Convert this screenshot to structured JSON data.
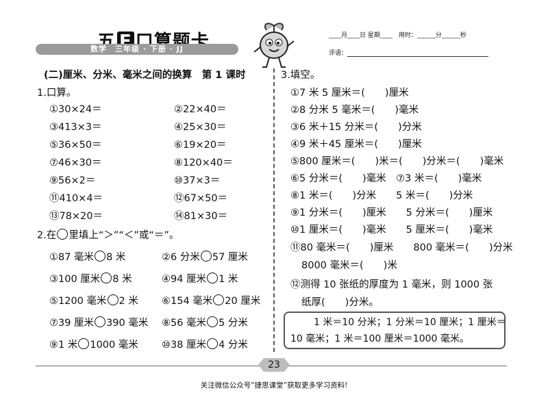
{
  "header": {
    "brand_a": "五",
    "brand_e": "E",
    "brand_b": "口算题卡",
    "ribbon": "数学　三年级 · 下册 · JJ",
    "date_fields": "____月____日 星期____　用时：______分______秒",
    "comment_label": "评语："
  },
  "left": {
    "section_title": "(二)厘米、分米、毫米之间的换算　第 1 课时",
    "q1_title": "1.口算。",
    "q1_items": [
      "①30×24＝",
      "②22×40＝",
      "③413×3＝",
      "④25×30＝",
      "⑤36×50＝",
      "⑥19×20＝",
      "⑦46×30＝",
      "⑧120×40＝",
      "⑨56×2＝",
      "⑩37×3＝",
      "⑪410×4＝",
      "⑫67×50＝",
      "⑬78×20＝",
      "⑭81×30＝"
    ],
    "q2_title": "2.在",
    "q2_title_rest": "里填上“＞”“＜”或“＝”。",
    "q2_items": [
      {
        "a": "①87 毫米",
        "b": "8 米"
      },
      {
        "a": "②6 分米",
        "b": "57 厘米"
      },
      {
        "a": "③100 厘米",
        "b": "8 米"
      },
      {
        "a": "④94 厘米",
        "b": "1 米"
      },
      {
        "a": "⑤1200 毫米",
        "b": "2 米"
      },
      {
        "a": "⑥154 毫米",
        "b": "20 厘米"
      },
      {
        "a": "⑦39 厘米",
        "b": "390 毫米"
      },
      {
        "a": "⑧56 毫米",
        "b": "5 分米"
      },
      {
        "a": "⑨1 米",
        "b": "1000 毫米"
      },
      {
        "a": "⑩38 厘米",
        "b": "4 分米"
      }
    ]
  },
  "right": {
    "q3_title": "3.填空。",
    "lines": [
      "①7 米 5 厘米＝(　　)厘米",
      "②8 分米 5 毫米＝(　　)毫米",
      "③6 米＋15 分米＝(　　)分米",
      "④9 米＋45 厘米＝(　　)厘米",
      "⑤800 厘米＝(　　)米＝(　　)分米＝(　　)毫米",
      "⑥5 分米＝(　　)毫米　⑦3 米＝(　　)毫米",
      "⑧1 米＝(　　)分米　　5 米＝(　　)分米",
      "⑨1 分米＝(　　)厘米　　5 分米＝(　　)厘米",
      "⑩1 厘米＝(　　)毫米　　5 厘米＝(　　)毫米",
      "⑪80 毫米＝(　　)厘米　　800 毫米＝(　　)分米",
      "8000 毫米＝(　　)米",
      "⑫测得 10 张纸的厚度为 1 毫米，则 1000 张",
      "纸厚(　　)分米。"
    ],
    "note_line1": "1 米＝10 分米；1 分米＝10 厘米；1 厘米＝",
    "note_line2": "10 毫米；1 米＝100 厘米＝1000 毫米。"
  },
  "page_number": "23",
  "footer": "关注微信公众号“捷思课堂”获取更多学习资料!"
}
